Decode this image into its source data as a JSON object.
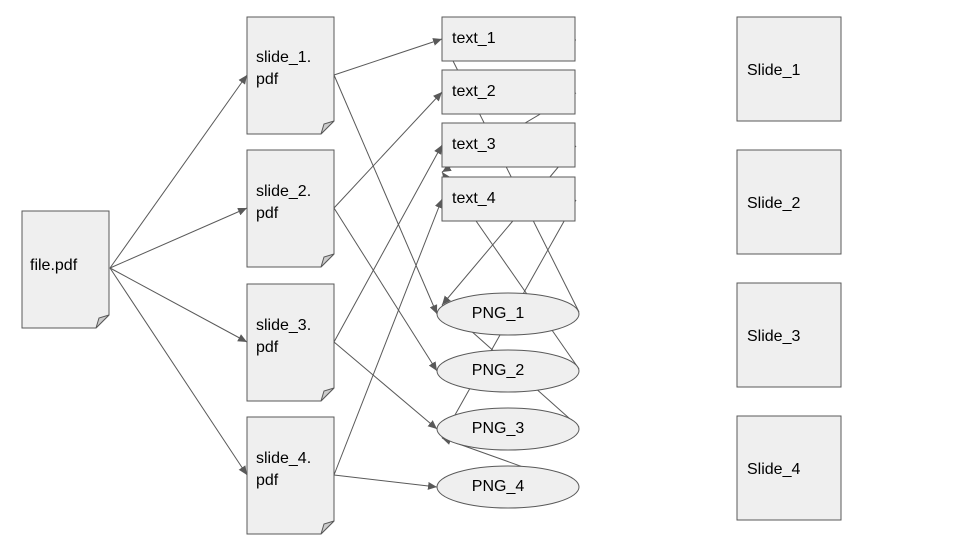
{
  "nodes": {
    "file": {
      "label": "file.pdf"
    },
    "slide_pdfs": [
      {
        "label": "slide_1.\npdf"
      },
      {
        "label": "slide_2.\npdf"
      },
      {
        "label": "slide_3.\npdf"
      },
      {
        "label": "slide_4.\npdf"
      }
    ],
    "texts": [
      {
        "label": "text_1"
      },
      {
        "label": "text_2"
      },
      {
        "label": "text_3"
      },
      {
        "label": "text_4"
      }
    ],
    "pngs": [
      {
        "label": "PNG_1"
      },
      {
        "label": "PNG_2"
      },
      {
        "label": "PNG_3"
      },
      {
        "label": "PNG_4"
      }
    ],
    "slides": [
      {
        "label": "Slide_1"
      },
      {
        "label": "Slide_2"
      },
      {
        "label": "Slide_3"
      },
      {
        "label": "Slide_4"
      }
    ]
  },
  "edges": [
    [
      "file",
      "slide_pdf_1"
    ],
    [
      "file",
      "slide_pdf_2"
    ],
    [
      "file",
      "slide_pdf_3"
    ],
    [
      "file",
      "slide_pdf_4"
    ],
    [
      "slide_pdf_1",
      "text_1"
    ],
    [
      "slide_pdf_1",
      "png_1"
    ],
    [
      "slide_pdf_2",
      "text_2"
    ],
    [
      "slide_pdf_2",
      "png_2"
    ],
    [
      "slide_pdf_3",
      "text_3"
    ],
    [
      "slide_pdf_3",
      "png_3"
    ],
    [
      "slide_pdf_4",
      "text_4"
    ],
    [
      "slide_pdf_4",
      "png_4"
    ],
    [
      "text_1",
      "slide_1"
    ],
    [
      "png_1",
      "slide_1"
    ],
    [
      "text_2",
      "slide_2"
    ],
    [
      "png_2",
      "slide_2"
    ],
    [
      "text_3",
      "slide_3"
    ],
    [
      "png_3",
      "slide_3"
    ],
    [
      "text_4",
      "slide_4"
    ],
    [
      "png_4",
      "slide_4"
    ]
  ],
  "colors": {
    "fill": "#efefef",
    "stroke": "#595959",
    "fold": "#cccccc",
    "edge": "#595959"
  }
}
